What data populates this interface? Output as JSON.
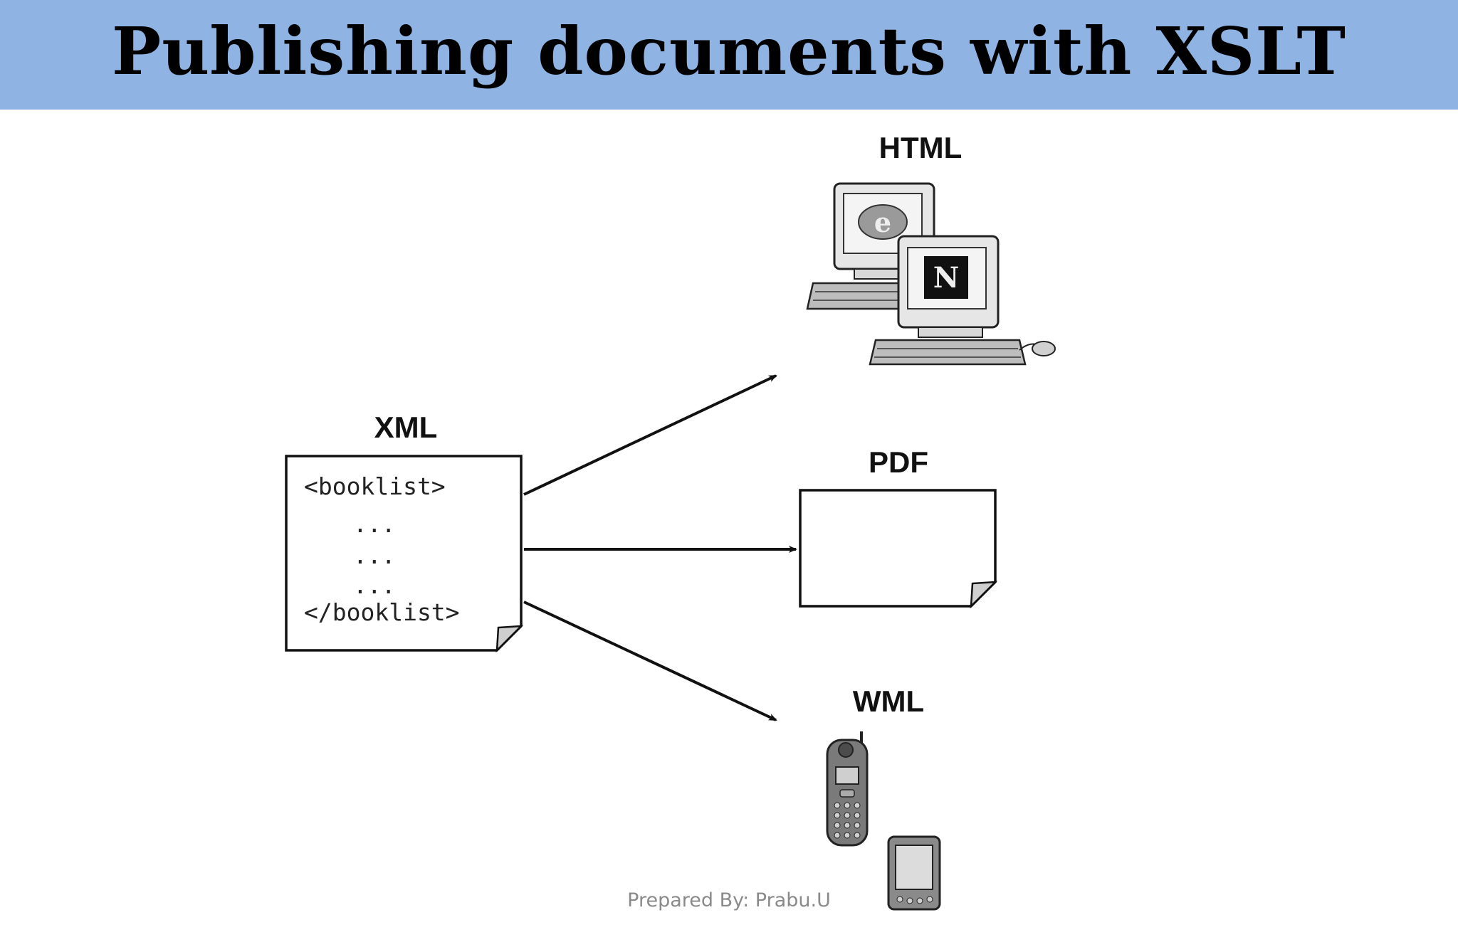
{
  "slide": {
    "title": "Publishing documents with XSLT",
    "footer": "Prepared By: Prabu.U"
  },
  "diagram": {
    "source": {
      "label": "XML",
      "lines": [
        "<booklist>",
        "...",
        "...",
        "...",
        "</booklist>"
      ]
    },
    "targets": [
      {
        "label": "HTML",
        "icon": "desktop-computers-icon"
      },
      {
        "label": "PDF",
        "icon": "pdf-document-icon"
      },
      {
        "label": "WML",
        "icon": "mobile-devices-icon"
      }
    ]
  }
}
